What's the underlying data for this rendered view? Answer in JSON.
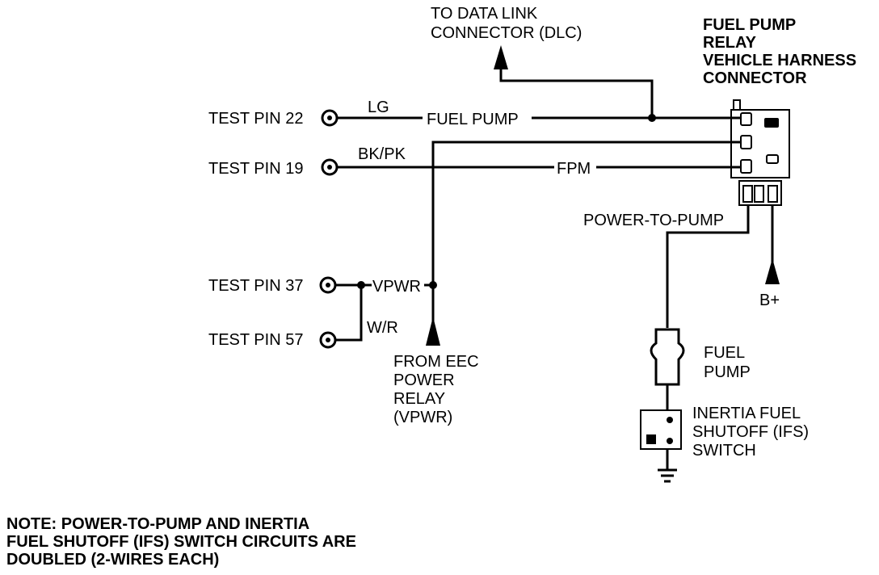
{
  "labels": {
    "dlc": [
      "TO DATA LINK",
      "CONNECTOR (DLC)"
    ],
    "relay_connector": [
      "FUEL PUMP",
      "RELAY",
      "VEHICLE HARNESS",
      "CONNECTOR"
    ],
    "test_pin_22": "TEST PIN 22",
    "test_pin_19": "TEST PIN 19",
    "test_pin_37": "TEST PIN 37",
    "test_pin_57": "TEST PIN 57",
    "wire_lg": "LG",
    "wire_bkpk": "BK/PK",
    "wire_wr": "W/R",
    "circuit_fuel_pump": "FUEL PUMP",
    "circuit_fpm": "FPM",
    "circuit_vpwr": "VPWR",
    "power_to_pump": "POWER-TO-PUMP",
    "b_plus": "B+",
    "eec_relay": [
      "FROM EEC",
      "POWER",
      "RELAY",
      "(VPWR)"
    ],
    "fuel_pump": [
      "FUEL",
      "PUMP"
    ],
    "ifs_switch": [
      "INERTIA FUEL",
      "SHUTOFF (IFS)",
      "SWITCH"
    ],
    "note": [
      "NOTE: POWER-TO-PUMP AND INERTIA",
      "FUEL SHUTOFF (IFS) SWITCH CIRCUITS ARE",
      "DOUBLED (2-WIRES EACH)"
    ]
  }
}
